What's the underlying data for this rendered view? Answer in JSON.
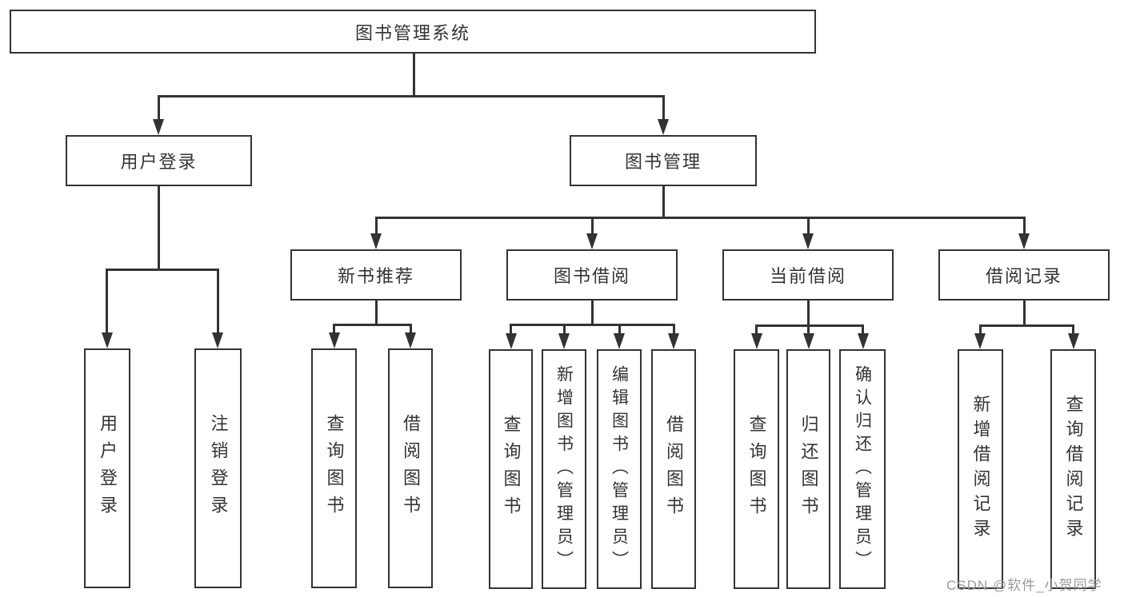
{
  "diagram": {
    "root": {
      "label": "图书管理系统"
    },
    "nodes": {
      "user_login": {
        "label": "用户登录"
      },
      "book_mgmt": {
        "label": "图书管理"
      },
      "new_book_rec": {
        "label": "新书推荐"
      },
      "book_borrow": {
        "label": "图书借阅"
      },
      "current_borrow": {
        "label": "当前借阅"
      },
      "borrow_records": {
        "label": "借阅记录"
      }
    },
    "leaves": {
      "user_login_leaf": "用户登录",
      "logout": "注销登录",
      "query_book_1": "查询图书",
      "borrow_book_1": "借阅图书",
      "query_book_2": "查询图书",
      "add_book_admin": "新增图书（管理员）",
      "edit_book_admin": "编辑图书（管理员）",
      "borrow_book_2": "借阅图书",
      "query_book_3": "查询图书",
      "return_book": "归还图书",
      "confirm_return_admin": "确认归还（管理员）",
      "add_borrow_record": "新增借阅记录",
      "query_borrow_record": "查询借阅记录"
    }
  },
  "watermark": {
    "text": "CSDN @软件_小贺同学"
  },
  "colors": {
    "line": "#333333",
    "box_border": "#333333",
    "box_bg": "#ffffff",
    "text": "#333333",
    "watermark": "#9a9a9a"
  }
}
